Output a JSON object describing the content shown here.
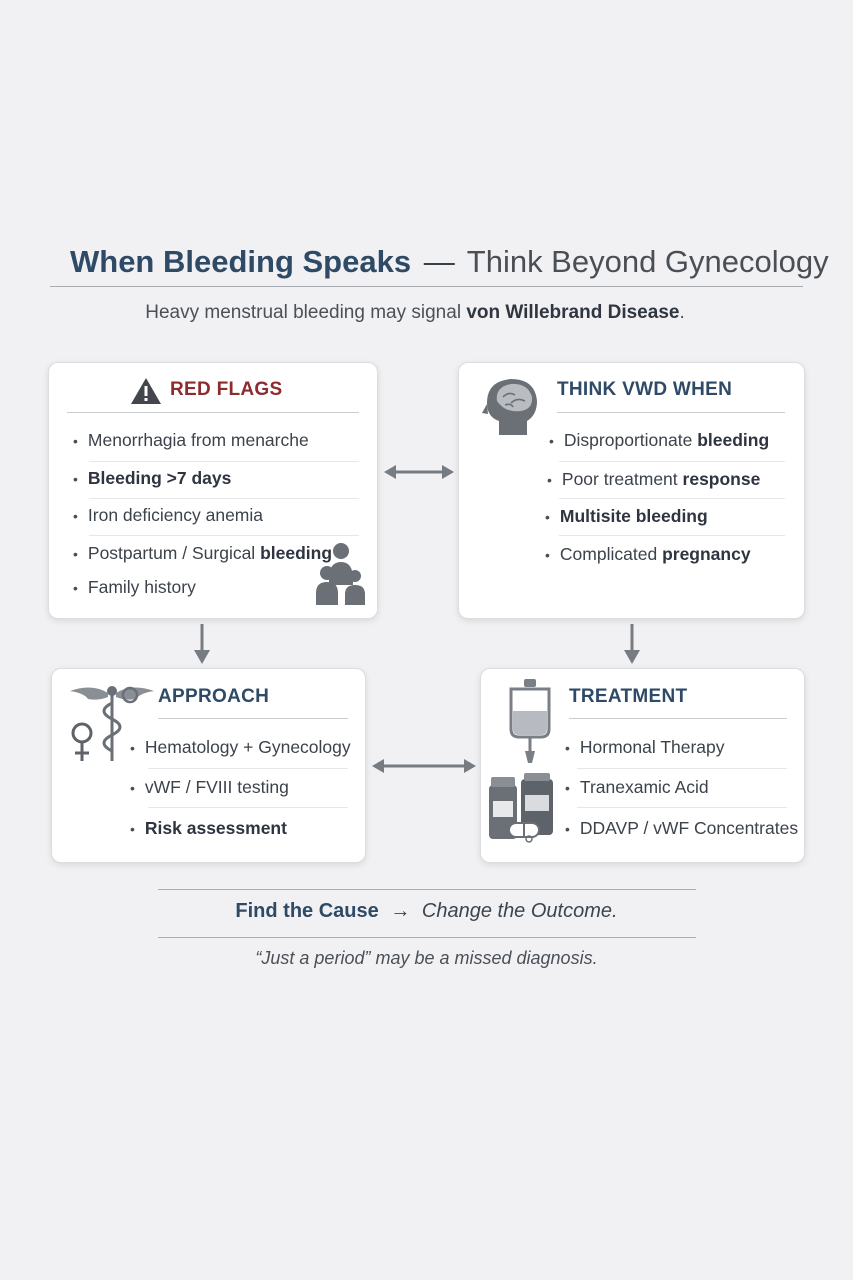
{
  "title": {
    "strong": "When Bleeding Speaks",
    "sep": "—",
    "rest": "Think Beyond Gynecology"
  },
  "subtitle": {
    "lead": "Heavy menstrual bleeding may signal",
    "bold": "von Willebrand Disease",
    "tail": "."
  },
  "red_flags": {
    "heading": "RED FLAGS",
    "items": [
      {
        "text": "Menorrhagia from menarche",
        "bold": ""
      },
      {
        "text": "",
        "bold": "Bleeding >7 days"
      },
      {
        "text": "Iron deficiency anemia",
        "bold": ""
      },
      {
        "text": "Postpartum / Surgical",
        "bold": "bleeding"
      },
      {
        "text": "Family history",
        "bold": ""
      }
    ]
  },
  "think_vwd": {
    "heading": "THINK VWD WHEN",
    "items": [
      {
        "text": "Disproportionate",
        "bold": "bleeding"
      },
      {
        "text": "Poor treatment",
        "bold": "response"
      },
      {
        "text": "",
        "bold": "Multisite bleeding"
      },
      {
        "text": "Complicated",
        "bold": "pregnancy"
      }
    ]
  },
  "approach": {
    "heading": "APPROACH",
    "items": [
      {
        "text": "Hematology + Gynecology",
        "bold": ""
      },
      {
        "text": "vWF / FVIII testing",
        "bold": ""
      },
      {
        "text": "",
        "bold": "Risk assessment"
      }
    ]
  },
  "treatment": {
    "heading": "TREATMENT",
    "items": [
      {
        "text": "Hormonal Therapy",
        "bold": ""
      },
      {
        "text": "Tranexamic Acid",
        "bold": ""
      },
      {
        "text": "DDAVP / vWF Concentrates",
        "bold": ""
      }
    ]
  },
  "footer": {
    "cause": "Find the Cause",
    "arrow": "→",
    "outcome": "Change the Outcome.",
    "quote": "“Just a period” may be a missed diagnosis."
  },
  "icons": {
    "red_flags": "warning-triangle-icon",
    "family": "family-icon",
    "think": "brain-head-icon",
    "approach": "caduceus-icon",
    "treatment": "iv-bag-icon",
    "medication": "medication-bottles-icon"
  },
  "colors": {
    "red_flag_heading": "#8e2b2f",
    "heading": "#2e4a66",
    "icon": "#6b6f76"
  }
}
